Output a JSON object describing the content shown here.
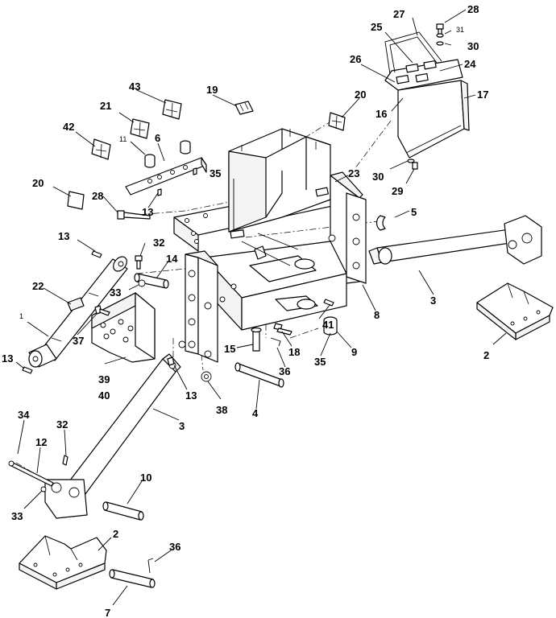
{
  "callouts": {
    "c1": "1",
    "c2a": "2",
    "c2b": "2",
    "c3a": "3",
    "c3b": "3",
    "c4": "4",
    "c5": "5",
    "c6": "6",
    "c7": "7",
    "c8": "8",
    "c9": "9",
    "c10": "10",
    "c11": "11",
    "c12": "12",
    "c13a": "13",
    "c13b": "13",
    "c13c": "13",
    "c13d": "13",
    "c14": "14",
    "c15": "15",
    "c16": "16",
    "c17": "17",
    "c18": "18",
    "c19": "19",
    "c20a": "20",
    "c20b": "20",
    "c21": "21",
    "c22": "22",
    "c23": "23",
    "c24": "24",
    "c25": "25",
    "c26": "26",
    "c27": "27",
    "c28a": "28",
    "c28b": "28",
    "c29": "29",
    "c30a": "30",
    "c30b": "30",
    "c31": "31",
    "c32a": "32",
    "c32b": "32",
    "c33a": "33",
    "c33b": "33",
    "c34": "34",
    "c35a": "35",
    "c35b": "35",
    "c36a": "36",
    "c36b": "36",
    "c37": "37",
    "c38": "38",
    "c39": "39",
    "c40": "40",
    "c41": "41",
    "c42": "42",
    "c43": "43"
  }
}
